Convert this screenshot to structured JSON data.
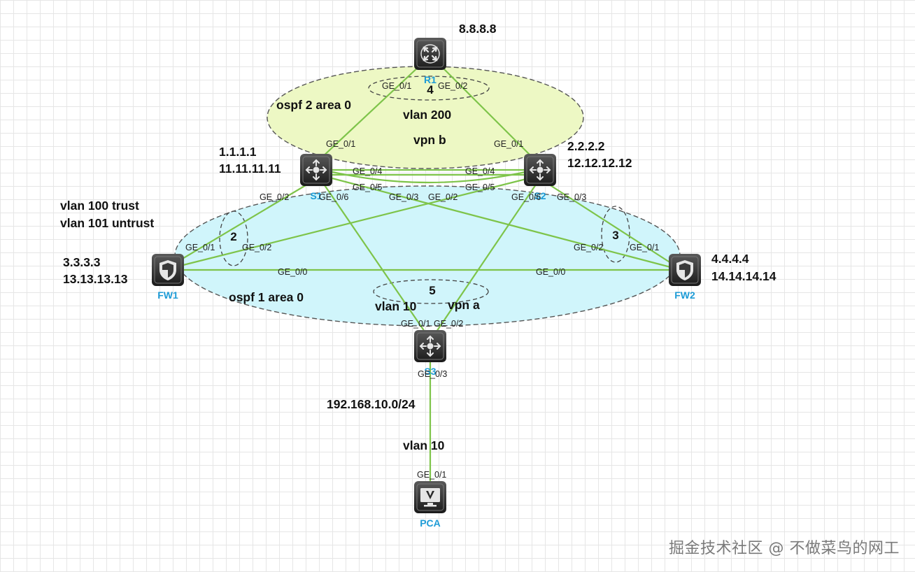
{
  "devices": {
    "r1": {
      "label": "R1",
      "icon": "router-icon"
    },
    "s1": {
      "label": "S1",
      "icon": "layer3-switch-icon"
    },
    "s2": {
      "label": "S2",
      "icon": "layer3-switch-icon"
    },
    "s3": {
      "label": "S3",
      "icon": "layer3-switch-icon"
    },
    "fw1": {
      "label": "FW1",
      "icon": "firewall-icon"
    },
    "fw2": {
      "label": "FW2",
      "icon": "firewall-icon"
    },
    "pca": {
      "label": "PCA",
      "icon": "pc-monitor-icon"
    }
  },
  "addresses": {
    "r1": "8.8.8.8",
    "s1_line1": "1.1.1.1",
    "s1_line2": "11.11.11.11",
    "s2_line1": "2.2.2.2",
    "s2_line2": "12.12.12.12",
    "fw1_line1": "3.3.3.3",
    "fw1_line2": "13.13.13.13",
    "fw2_line1": "4.4.4.4",
    "fw2_line2": "14.14.14.14",
    "subnet": "192.168.10.0/24"
  },
  "areas": {
    "top_ospf": "ospf 2 area 0",
    "top_vlan": "vlan 200",
    "top_vpn": "vpn b",
    "left_vlans_line1": "vlan 100 trust",
    "left_vlans_line2": "vlan 101 untrust",
    "bottom_ospf": "ospf 1 area 0",
    "s3_vlan": "vlan 10",
    "s3_vpn": "vpn a",
    "pc_vlan": "vlan 10"
  },
  "groups": {
    "g2": "2",
    "g3": "3",
    "g4": "4",
    "g5": "5"
  },
  "ports": {
    "r1_left": "GE_0/1",
    "r1_right": "GE_0/2",
    "s1_up": "GE_0/1",
    "s2_up": "GE_0/1",
    "s1_04": "GE_0/4",
    "s2_04": "GE_0/4",
    "s1_05": "GE_0/5",
    "s2_05": "GE_0/5",
    "s1_02": "GE_0/2",
    "s1_06": "GE_0/6",
    "s1_03": "GE_0/3",
    "s2_02": "GE_0/2",
    "s2_06": "GE_0/6",
    "s2_03": "GE_0/3",
    "fw1_01": "GE_0/1",
    "fw1_02": "GE_0/2",
    "fw1_00": "GE_0/0",
    "fw2_00": "GE_0/0",
    "fw2_02": "GE_0/2",
    "fw2_01": "GE_0/1",
    "s3_01": "GE_0/1",
    "s3_02": "GE_0/2",
    "s3_03": "GE_0/3",
    "pca_01": "GE_0/1"
  },
  "watermark": "掘金技术社区 @ 不做菜鸟的网工",
  "colors": {
    "link": "#7ec44a",
    "top_zone_fill": "#edf8c4",
    "bottom_zone_fill": "#d0f5fb",
    "device_label": "#1d9bd6"
  }
}
